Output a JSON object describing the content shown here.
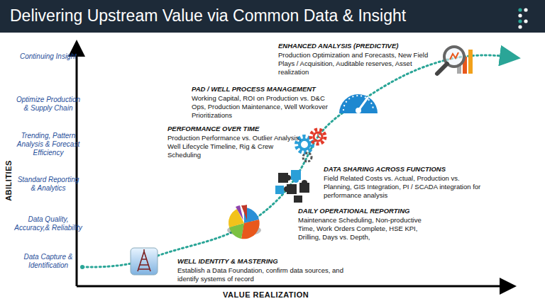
{
  "diagram": {
    "title": "Delivering Upstream Value via Common Data & Insight",
    "labels": [
      "Continuing Insight",
      "Optimize Production & Supply Chain",
      "Trending, Pattern Analysis & Forecast Efficiency",
      "Standard Reporting & Analytics",
      "Data Quality, Accuracy,& Reliability",
      "Data Capture & Identification",
      "ABILITIES",
      "VALUE REALIZATION",
      "ENHANCED ANALYSIS (PREDICTIVE)",
      "Production Optimization and Forecasts, New Field Plays / Acquisition, Auditable reserves, Asset realization",
      "PAD / WELL PROCESS MANAGEMENT",
      "Working Capital, ROI on Production vs. D&C Ops, Production Maintenance, Well Workover Prioritizations",
      "PERFORMANCE OVER TIME",
      "Production Performance vs. Outlier Analysis, Well Lifecycle Timeline, Rig & Crew Scheduling",
      "DATA SHARING ACROSS FUNCTIONS",
      "Field Related Costs vs. Actual, Production vs. Planning, GIS Integration, PI / SCADA integration for performance analysis",
      "DAILY OPERATIONAL REPORTING",
      "Maintenance Scheduling, Non-productive Time, Work Orders Complete, HSE KPI, Drilling, Days vs. Depth,",
      "WELL IDENTITY & MASTERING",
      "Establish a Data Foundation, confirm data sources, and identify systems of record"
    ]
  }
}
